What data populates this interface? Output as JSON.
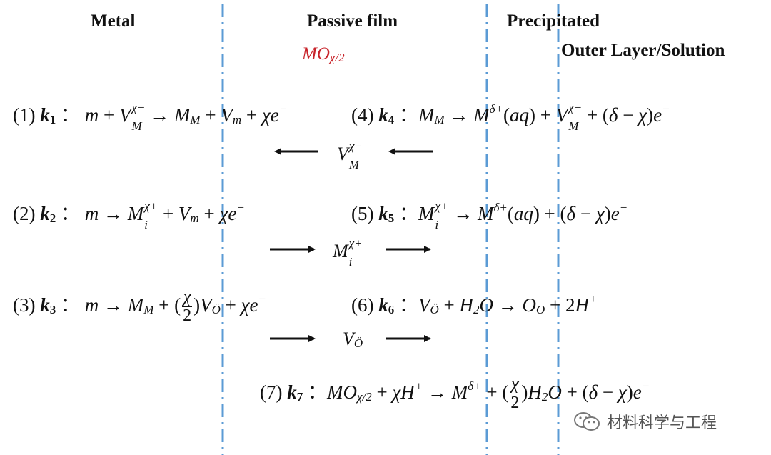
{
  "headers": {
    "metal": "Metal",
    "passive": "Passive film",
    "precip": "Precipitated",
    "outer": "Outer Layer/Solution"
  },
  "film_formula": {
    "main": "MO",
    "sub": "χ/2"
  },
  "reactions": {
    "r1": {
      "num": "(1)",
      "k": "k",
      "ksub": "1"
    },
    "r2": {
      "num": "(2)",
      "k": "k",
      "ksub": "2"
    },
    "r3": {
      "num": "(3)",
      "k": "k",
      "ksub": "3"
    },
    "r4": {
      "num": "(4)",
      "k": "k",
      "ksub": "4"
    },
    "r5": {
      "num": "(5)",
      "k": "k",
      "ksub": "5"
    },
    "r6": {
      "num": "(6)",
      "k": "k",
      "ksub": "6"
    },
    "r7": {
      "num": "(7)",
      "k": "k",
      "ksub": "7"
    }
  },
  "species": {
    "vm": {
      "main": "V",
      "sup": "χ−",
      "sub": "M"
    },
    "mi": {
      "main": "M",
      "sup": "χ+",
      "sub": "i"
    },
    "vo": {
      "main": "V",
      "sub": "Ö"
    }
  },
  "watermark": {
    "text": "材料科学与工程"
  },
  "colors": {
    "divider": "#5b9bd5",
    "film_formula": "#c8232a",
    "text": "#111111"
  }
}
